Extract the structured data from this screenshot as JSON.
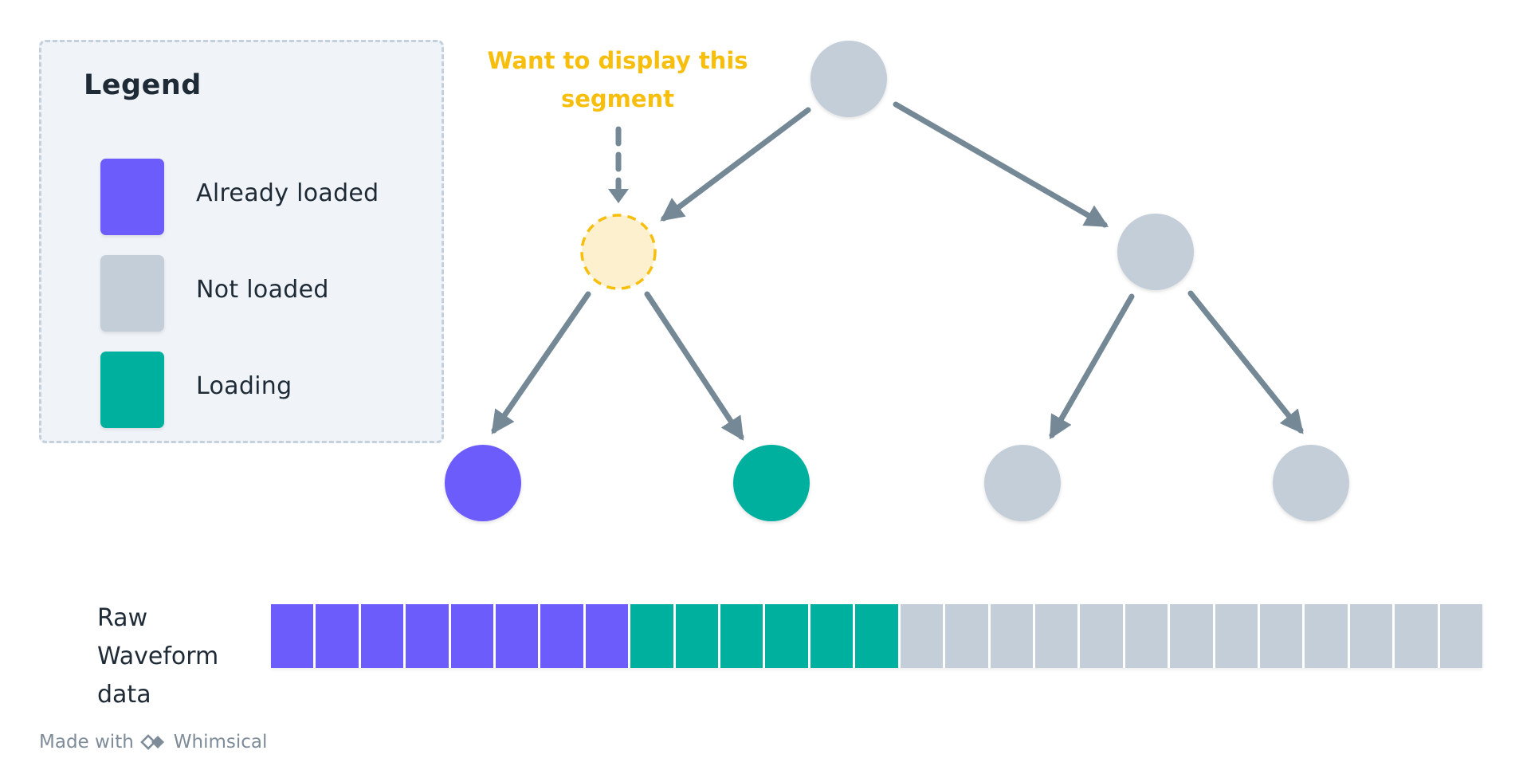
{
  "colors": {
    "loaded": "#6c5cfc",
    "not_loaded": "#c3ced9",
    "loading": "#00b09f",
    "target_fill": "#fdf0cf",
    "target_stroke": "#f7be0c",
    "arrow": "#758896",
    "legend_bg": "#f0f4f8",
    "legend_border": "#c4d0dc",
    "annotation": "#f7be0c",
    "text": "#1e2a36",
    "footer": "#7e8c99"
  },
  "legend": {
    "title": "Legend",
    "items": [
      {
        "label": "Already loaded",
        "status": "loaded"
      },
      {
        "label": "Not loaded",
        "status": "not_loaded"
      },
      {
        "label": "Loading",
        "status": "loading"
      }
    ]
  },
  "annotation": {
    "line1": "Want to display this",
    "line2": "segment"
  },
  "tree": {
    "nodes": [
      {
        "id": "root",
        "status": "not_loaded"
      },
      {
        "id": "left-child",
        "status": "target"
      },
      {
        "id": "right-child",
        "status": "not_loaded"
      },
      {
        "id": "leaf-1",
        "status": "loaded"
      },
      {
        "id": "leaf-2",
        "status": "loading"
      },
      {
        "id": "leaf-3",
        "status": "not_loaded"
      },
      {
        "id": "leaf-4",
        "status": "not_loaded"
      }
    ],
    "edges": [
      {
        "from": "root",
        "to": "left-child"
      },
      {
        "from": "root",
        "to": "right-child"
      },
      {
        "from": "left-child",
        "to": "leaf-1"
      },
      {
        "from": "left-child",
        "to": "leaf-2"
      },
      {
        "from": "right-child",
        "to": "leaf-3"
      },
      {
        "from": "right-child",
        "to": "leaf-4"
      }
    ]
  },
  "waveform": {
    "label": "Raw\nWaveform\ndata",
    "segments": [
      {
        "status": "loaded",
        "count": 8
      },
      {
        "status": "loading",
        "count": 6
      },
      {
        "status": "not_loaded",
        "count": 13
      }
    ]
  },
  "footer": {
    "prefix": "Made with",
    "brand": "Whimsical"
  }
}
